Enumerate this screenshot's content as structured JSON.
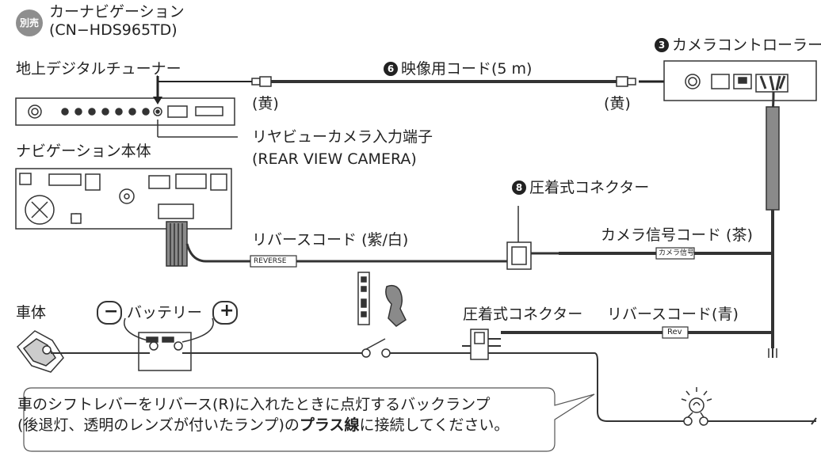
{
  "header": {
    "badge": "別売",
    "title_line1": "カーナビゲーション",
    "title_line2": "(CN−HDS965TD)"
  },
  "labels": {
    "tuner": "地上デジタルチューナー",
    "navi_body": "ナビゲーション本体",
    "camera_controller_num": "3",
    "camera_controller": "カメラコントローラー",
    "video_cord_num": "6",
    "video_cord": "映像用コード(5 m)",
    "yellow_left": "(黄)",
    "yellow_right": "(黄)",
    "rear_view_terminal": "リヤビューカメラ入力端子",
    "rear_view_camera": "(REAR VIEW CAMERA)",
    "crimp_connector_num": "8",
    "crimp_connector": "圧着式コネクター",
    "reverse_cord_purple": "リバースコード (紫/白)",
    "camera_signal_cord": "カメラ信号コード (茶)",
    "reverse_tag": "REVERSE",
    "camera_tag": "カメラ信号",
    "crimp_connector_2": "圧着式コネクター",
    "reverse_cord_blue": "リバースコード(青)",
    "rev_tag": "Rev",
    "car_body": "車体",
    "battery": "バッテリー",
    "minus": "−",
    "plus": "+"
  },
  "note": {
    "line1": "車のシフトレバーをリバース(R)に入れたときに点灯するバックランプ",
    "line2_pre": "(後退灯、透明のレンズが付いたランプ)の",
    "line2_bold": "プラス線",
    "line2_post": "に接続してください。"
  },
  "colors": {
    "line": "#333333",
    "badge": "#8e8e8e"
  }
}
